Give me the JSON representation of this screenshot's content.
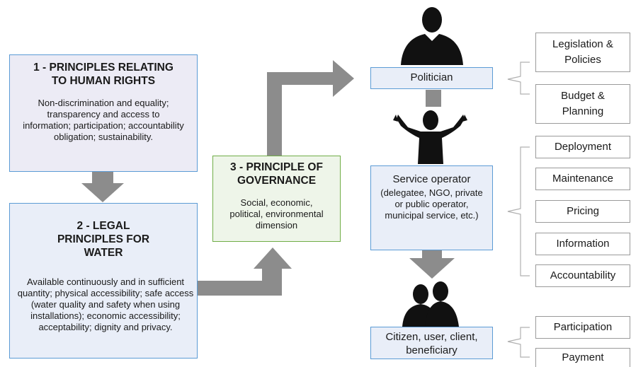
{
  "principle1": {
    "title": "1 - PRINCIPLES RELATING TO HUMAN RIGHTS",
    "description": "Non-discrimination and equality; transparency and access to information; participation; accountability obligation; sustainability."
  },
  "principle2": {
    "title": "2 - LEGAL PRINCIPLES FOR WATER",
    "description": "Available continuously and in sufficient quantity; physical accessibility; safe access (water quality and safety when using installations); economic accessibility; acceptability; dignity and privacy."
  },
  "principle3": {
    "title": "3 - PRINCIPLE OF GOVERNANCE",
    "description": "Social, economic, political, environmental dimension"
  },
  "actors": {
    "politician": "Politician",
    "operator_title": "Service operator",
    "operator_desc": "(delegatee, NGO, private or public operator, municipal service, etc.)",
    "citizen": "Citizen, user, client, beneficiary"
  },
  "politician_roles": [
    "Legislation & Policies",
    "Budget & Planning"
  ],
  "operator_roles": [
    "Deployment",
    "Maintenance",
    "Pricing",
    "Information",
    "Accountability"
  ],
  "citizen_roles": [
    "Participation",
    "Payment"
  ],
  "colors": {
    "arrow": "#8c8c8c",
    "blue_border": "#5b9bd5",
    "green_border": "#70ad47",
    "silhouette": "#111111"
  },
  "icons": [
    "politician-silhouette-icon",
    "operator-silhouette-icon",
    "citizens-silhouette-icon"
  ]
}
